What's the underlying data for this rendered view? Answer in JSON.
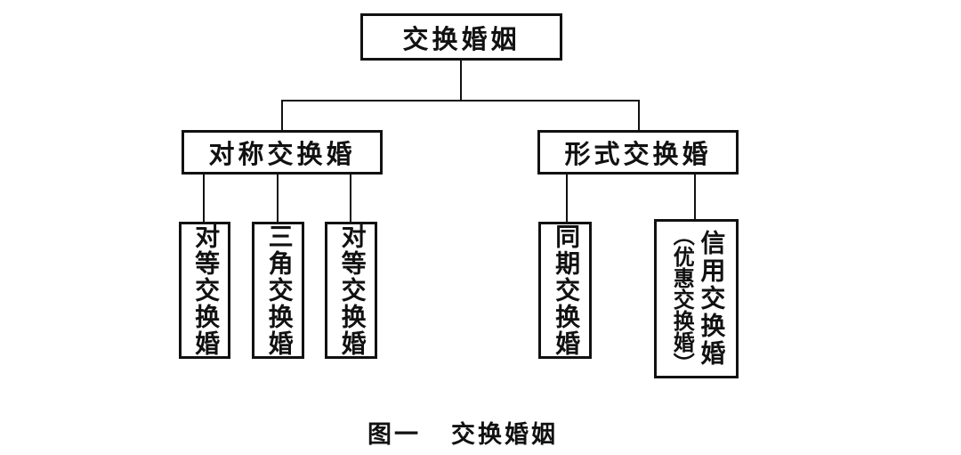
{
  "figure": {
    "root": {
      "label": "交换婚姻"
    },
    "branches": [
      {
        "label": "对称交换婚",
        "children": [
          {
            "label": "对等交换婚"
          },
          {
            "label": "三角交换婚"
          },
          {
            "label": "对等交换婚"
          }
        ]
      },
      {
        "label": "形式交换婚",
        "children": [
          {
            "label": "同期交换婚"
          },
          {
            "label": "信用交换婚（优惠交换婚）",
            "columns": [
              "信用交换婚",
              "（优惠交换婚）"
            ]
          }
        ]
      }
    ],
    "caption": {
      "prefix": "图一",
      "title": "交换婚姻"
    }
  },
  "colors": {
    "ink": "#111111",
    "background": "#ffffff"
  }
}
